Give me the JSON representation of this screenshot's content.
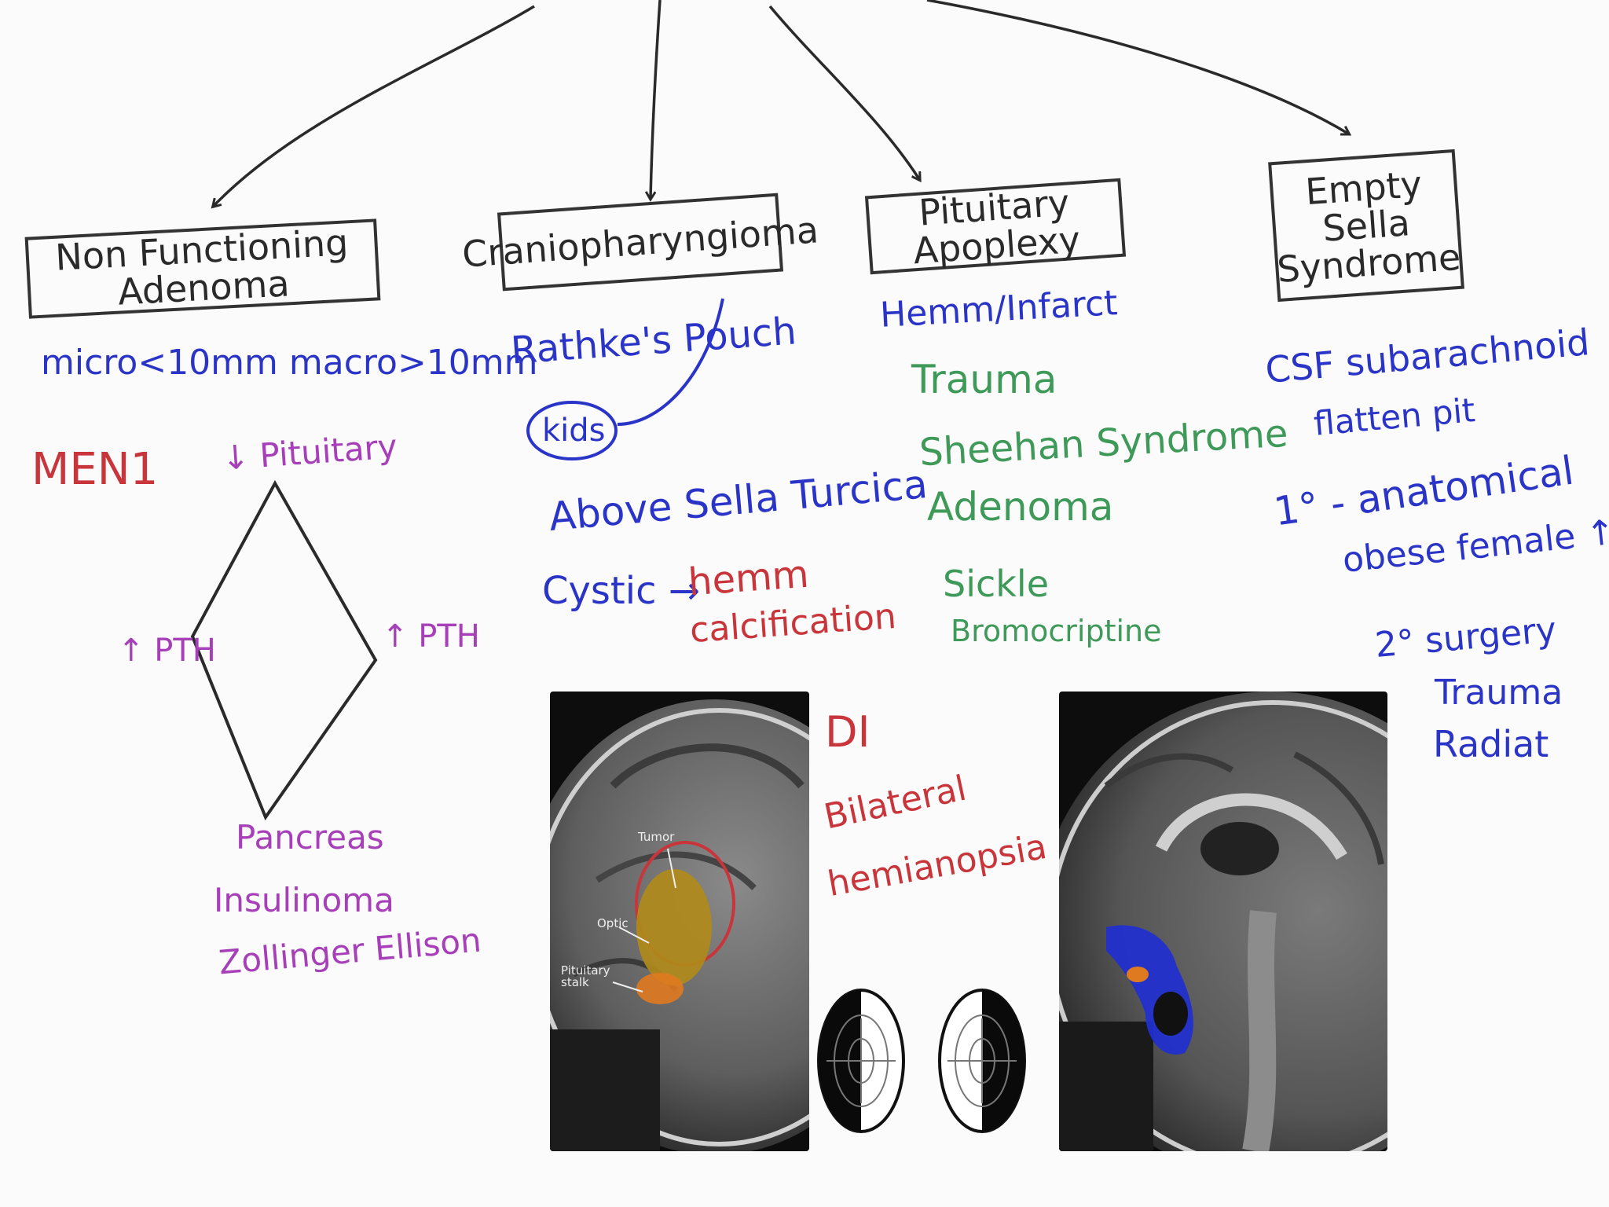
{
  "colors": {
    "ink": "#2a2a2a",
    "blue": "#2a35c7",
    "red": "#c8353a",
    "pink": "#a63fb8",
    "green": "#3f9a5a",
    "tumor": "#b08a1a",
    "csf": "#1f2fd0"
  },
  "columns": {
    "nonfunctioning": {
      "title": "Non Functioning Adenoma",
      "size_line": "micro<10mm   macro>10mm",
      "men": "MEN1",
      "diamond": {
        "top": "↓ Pituitary",
        "left": "↑ PTH",
        "right": "↑ PTH",
        "bottom": [
          "Pancreas",
          "Insulinoma",
          "Zollinger Ellison"
        ]
      }
    },
    "craniopharyngioma": {
      "title": "Craniopharyngioma",
      "origin": "Rathke's Pouch",
      "kids": "kids",
      "location": "Above Sella Turcica",
      "cystic": "Cystic →",
      "cystic_detail": [
        "hemm",
        "calcification"
      ],
      "symptoms": [
        "DI",
        "Bilateral",
        "hemianopsia"
      ],
      "mri_labels": {
        "tumor": "Tumor",
        "optic": "Optic",
        "pituitary": "Pituitary stalk"
      }
    },
    "apoplexy": {
      "title": "Pituitary Apoplexy",
      "cause": "Hemm/Infarct",
      "items": [
        "Trauma",
        "Sheehan Syndrome",
        "Adenoma",
        "Sickle",
        "Bromocriptine"
      ]
    },
    "empty_sella": {
      "title": [
        "Empty Sella",
        "Syndrome"
      ],
      "lines": [
        "CSF subarachnoid",
        "flatten pit",
        "1° - anatomical",
        "obese female ↑ HT",
        "2° surgery",
        "Trauma",
        "Radiat"
      ]
    }
  }
}
